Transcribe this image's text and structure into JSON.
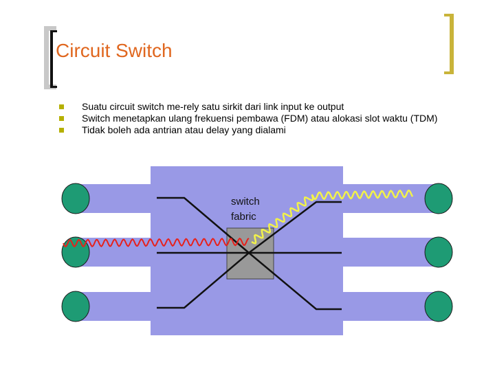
{
  "slide": {
    "title": "Circuit Switch",
    "bullets": [
      "Suatu circuit switch me-rely satu sirkit dari link input ke output",
      "Switch menetapkan ulang frekuensi pembawa (FDM) atau alokasi slot waktu (TDM)",
      "Tidak boleh ada antrian atau delay yang dialami"
    ]
  },
  "diagram": {
    "switch_label_line1": "switch",
    "switch_label_line2": "fabric",
    "colors": {
      "title": "#e0671f",
      "bullet": "#b5b000",
      "pipe": "#9999e6",
      "node": "#1e9b74",
      "box": "#999999",
      "signal_red": "#e8201a",
      "signal_yellow": "#f2f24a"
    }
  }
}
